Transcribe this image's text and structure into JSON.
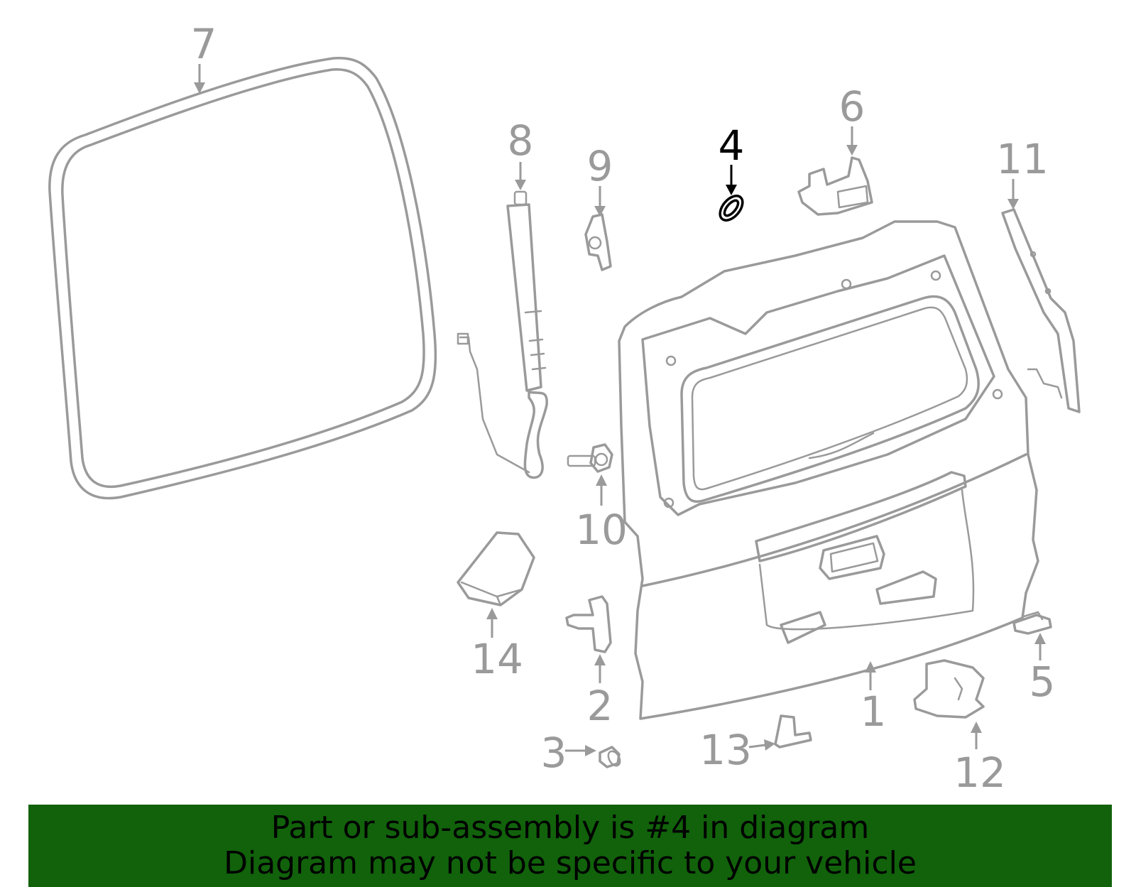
{
  "diagram": {
    "highlighted_part": "4",
    "callouts": [
      {
        "id": "c1",
        "label": "1"
      },
      {
        "id": "c2",
        "label": "2"
      },
      {
        "id": "c3",
        "label": "3"
      },
      {
        "id": "c4",
        "label": "4"
      },
      {
        "id": "c5",
        "label": "5"
      },
      {
        "id": "c6",
        "label": "6"
      },
      {
        "id": "c7",
        "label": "7"
      },
      {
        "id": "c8",
        "label": "8"
      },
      {
        "id": "c9",
        "label": "9"
      },
      {
        "id": "c10",
        "label": "10"
      },
      {
        "id": "c11",
        "label": "11"
      },
      {
        "id": "c12",
        "label": "12"
      },
      {
        "id": "c13",
        "label": "13"
      },
      {
        "id": "c14",
        "label": "14"
      }
    ]
  },
  "banner": {
    "line1": "Part or sub-assembly is #4 in diagram",
    "line2": "Diagram may not be specific to your vehicle",
    "background": "#11620b"
  },
  "colors": {
    "line_art": "#9a9a9a",
    "highlight": "#000000"
  }
}
